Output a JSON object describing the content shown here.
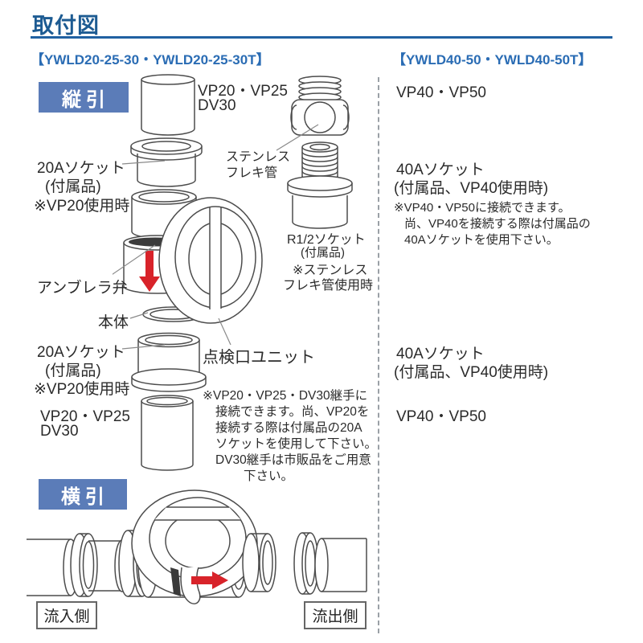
{
  "header": {
    "title": "取付図"
  },
  "left": {
    "heading": "【YWLD20-25-30・YWLD20-25-30T】",
    "badge_vertical": "縦引",
    "badge_horizontal": "横引",
    "top_pipe": {
      "l1": "VP20・VP25",
      "l2": "DV30"
    },
    "socket_top": {
      "l1": "20Aソケット",
      "l2": "(付属品)",
      "l3": "※VP20使用時"
    },
    "umbrella": "アンブレラ弁",
    "body": "本体",
    "socket_bottom": {
      "l1": "20Aソケット",
      "l2": "(付属品)",
      "l3": "※VP20使用時"
    },
    "bottom_pipe": {
      "l1": "VP20・VP25",
      "l2": "DV30"
    },
    "flex": {
      "l1": "ステンレス",
      "l2": "フレキ管"
    },
    "r12": {
      "l1": "R1/2ソケット",
      "l2": "(付属品)",
      "l3": "※ステンレス",
      "l4": "フレキ管使用時"
    },
    "inspection": "点検口ユニット",
    "note": {
      "l1": "※VP20・VP25・DV30継手に",
      "l2": "接続できます。尚、VP20を",
      "l3": "接続する際は付属品の20A",
      "l4": "ソケットを使用して下さい。",
      "l5": "DV30継手は市販品をご用意",
      "l6": "下さい。"
    },
    "inflow": "流入側",
    "outflow": "流出側"
  },
  "right": {
    "heading": "【YWLD40-50・YWLD40-50T】",
    "top_pipe": "VP40・VP50",
    "socket_top": {
      "l1": "40Aソケット",
      "l2": "(付属品、VP40使用時)"
    },
    "note": {
      "l1": "※VP40・VP50に接続できます。",
      "l2": "尚、VP40を接続する際は付属品の",
      "l3": "40Aソケットを使用下さい。"
    },
    "socket_bottom": {
      "l1": "40Aソケット",
      "l2": "(付属品、VP40使用時)"
    },
    "bottom_pipe": "VP40・VP50"
  },
  "colors": {
    "title_blue": "#1d5b92",
    "heading_blue": "#2a6cb4",
    "badge_blue": "#5b7cb8",
    "rule_blue": "#2061a2",
    "arrow_red": "#d8232a",
    "line_gray": "#4c4c4c"
  }
}
